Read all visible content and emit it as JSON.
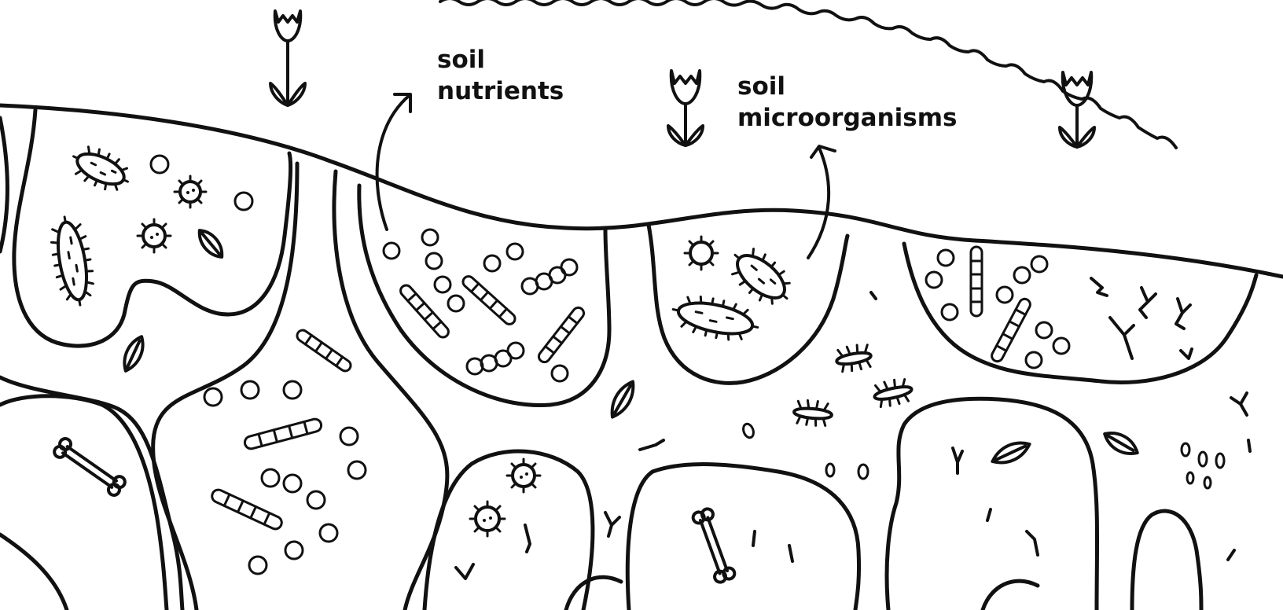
{
  "labels": {
    "soil_nutrients": [
      "soil",
      "nutrients"
    ],
    "soil_microorganisms": [
      "soil",
      "microorganisms"
    ]
  },
  "colors": {
    "ink": "#111111",
    "background": "#ffffff"
  },
  "icons": {
    "flower": "tulip-sprout-icon",
    "bacterium": "spiky-bacterium-icon",
    "coccus": "round-cell-icon",
    "chain": "cell-chain-icon",
    "bone": "bone-icon",
    "leaf": "leaf-icon"
  }
}
